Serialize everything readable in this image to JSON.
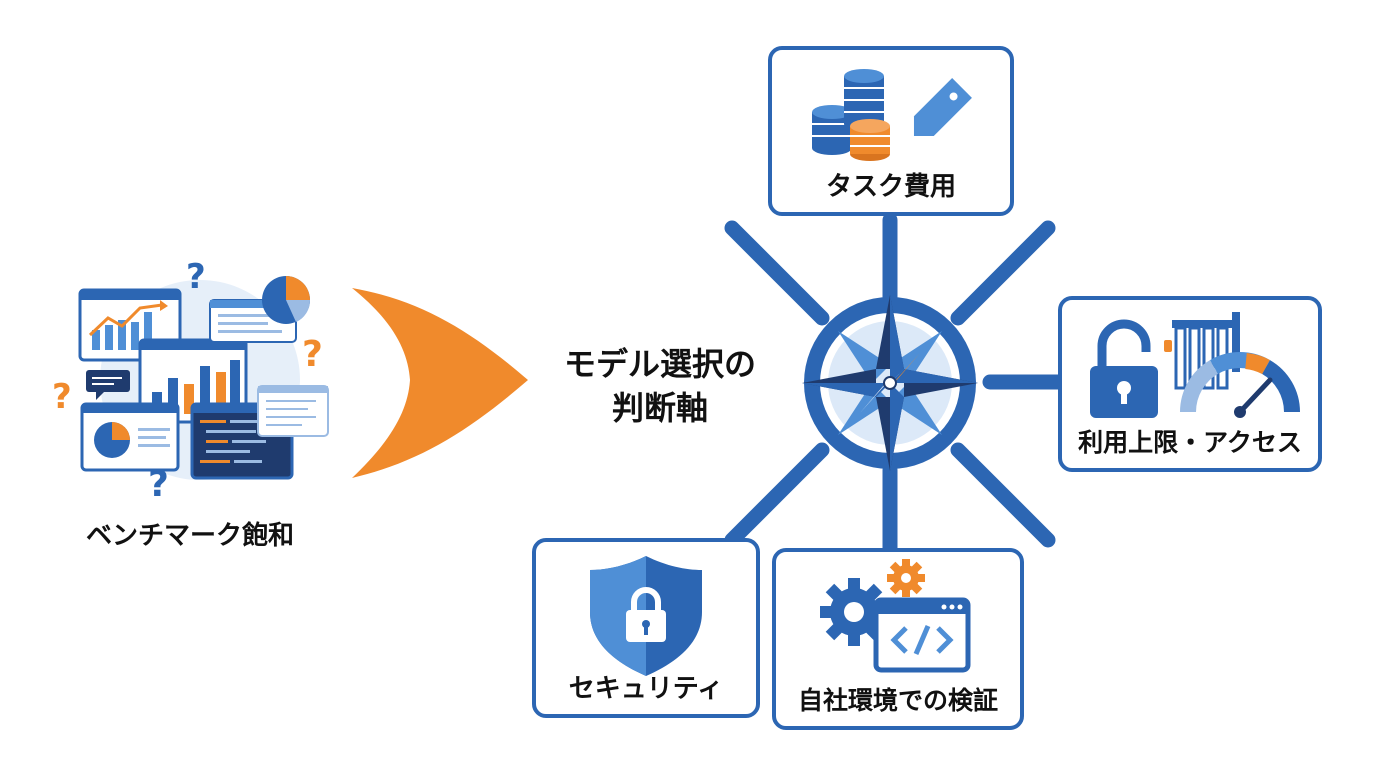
{
  "left_section": {
    "label": "ベンチマーク飽和"
  },
  "center": {
    "title_line1": "モデル選択の",
    "title_line2": "判断軸"
  },
  "nodes": {
    "top": {
      "label": "タスク費用"
    },
    "right": {
      "label": "利用上限・アクセス"
    },
    "bottom_center": {
      "label": "自社環境での検証"
    },
    "bottom_left": {
      "label": "セキュリティ"
    }
  },
  "colors": {
    "primary_blue": "#2c66b3",
    "light_blue": "#4f8fd6",
    "pale_blue": "#dce9f8",
    "orange": "#f08a2c",
    "dark_navy": "#1f3b6e"
  },
  "icons": {
    "left": "scattered-dashboards-icon",
    "arrow": "orange-arrow-icon",
    "center": "compass-icon",
    "top": "coins-price-tag-icon",
    "right": "padlock-gauge-icon",
    "bottom_center": "gears-code-window-icon",
    "bottom_left": "shield-lock-icon"
  }
}
